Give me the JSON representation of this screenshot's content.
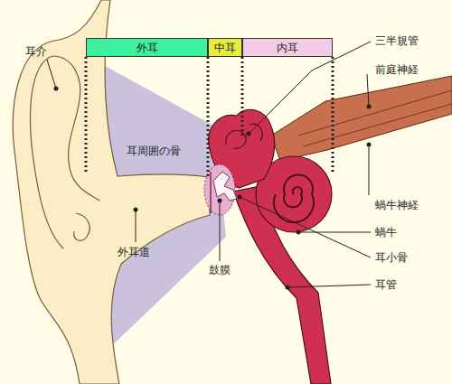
{
  "diagram": {
    "nodes": [
      {
        "text": [
          "外耳"
        ]
      },
      {
        "text": [
          "中耳"
        ]
      },
      {
        "text": [
          "内耳"
        ]
      }
    ],
    "labels": [
      "耳介",
      "耳周囲の骨",
      "外耳道",
      "鼓膜",
      "三半規管",
      "前庭神経",
      "蝸牛神経",
      "蝸牛",
      "耳小骨",
      "耳管"
    ]
  }
}
